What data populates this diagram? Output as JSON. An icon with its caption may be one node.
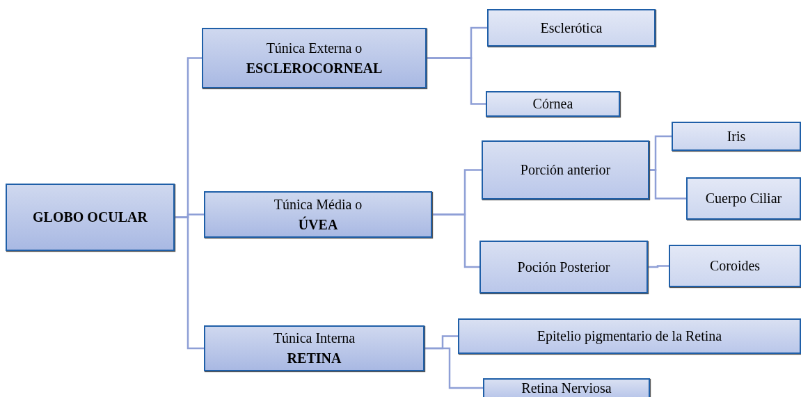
{
  "diagram": {
    "nodes": [
      {
        "text": [
          "GLOBO OCULAR"
        ]
      },
      {
        "text": [
          "Túnica Externa o",
          "ESCLEROCORNEAL"
        ]
      },
      {
        "text": [
          "Esclerótica"
        ]
      },
      {
        "text": [
          "Córnea"
        ]
      },
      {
        "text": [
          "Túnica Média o",
          "ÚVEA"
        ]
      },
      {
        "text": [
          "Porción anterior"
        ]
      },
      {
        "text": [
          "Iris"
        ]
      },
      {
        "text": [
          "Cuerpo Ciliar"
        ]
      },
      {
        "text": [
          "Poción Posterior"
        ]
      },
      {
        "text": [
          "Coroides"
        ]
      },
      {
        "text": [
          "Túnica Interna",
          "RETINA"
        ]
      },
      {
        "text": [
          "Epitelio pigmentario de la Retina"
        ]
      },
      {
        "text": [
          "Retina Nerviosa"
        ]
      }
    ],
    "edges": [
      {
        "from": 0,
        "to": 1,
        "arrow": "none"
      },
      {
        "from": 0,
        "to": 4,
        "arrow": "none"
      },
      {
        "from": 0,
        "to": 10,
        "arrow": "none"
      },
      {
        "from": 1,
        "to": 2,
        "arrow": "none"
      },
      {
        "from": 1,
        "to": 3,
        "arrow": "none"
      },
      {
        "from": 4,
        "to": 5,
        "arrow": "none"
      },
      {
        "from": 4,
        "to": 8,
        "arrow": "none"
      },
      {
        "from": 5,
        "to": 6,
        "arrow": "none"
      },
      {
        "from": 5,
        "to": 7,
        "arrow": "none"
      },
      {
        "from": 8,
        "to": 9,
        "arrow": "none"
      },
      {
        "from": 10,
        "to": 11,
        "arrow": "none"
      },
      {
        "from": 10,
        "to": 12,
        "arrow": "none"
      }
    ]
  }
}
